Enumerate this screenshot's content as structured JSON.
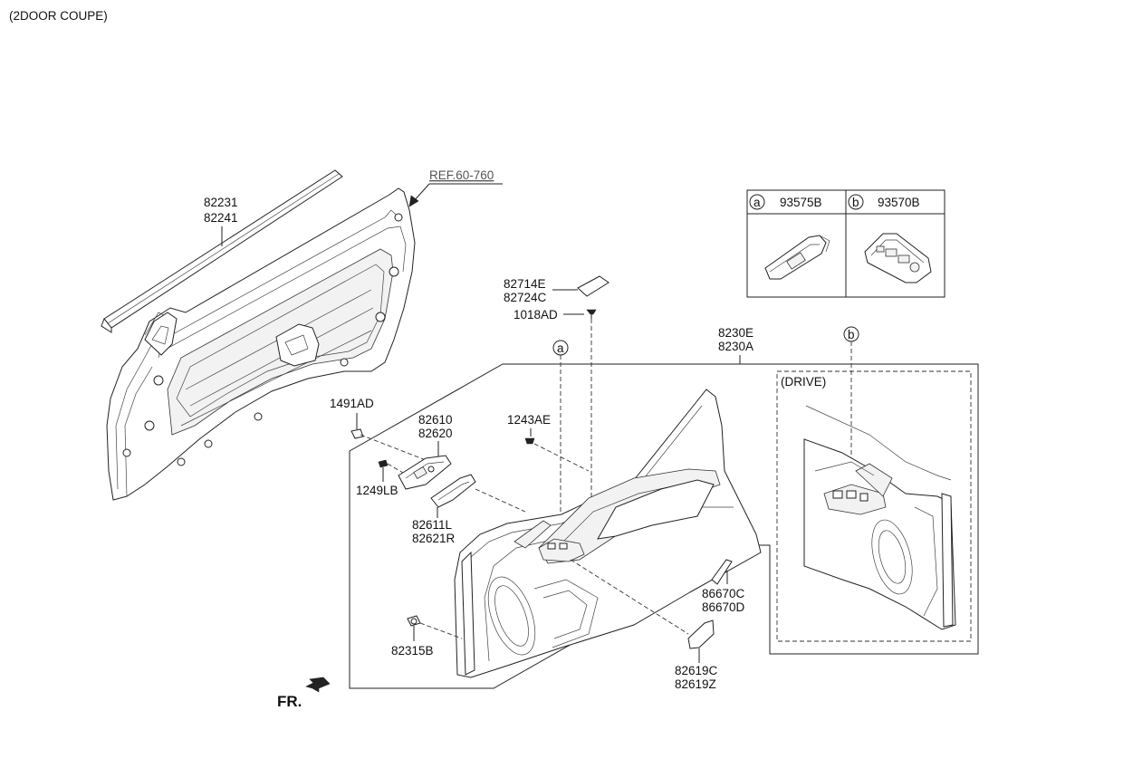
{
  "header": {
    "variant": "(2DOOR COUPE)"
  },
  "labels": {
    "weatherstrip": [
      "82231",
      "82241"
    ],
    "ref": "REF.60-760",
    "pad_a": [
      "82714E",
      "82724C"
    ],
    "screw_1018": "1018AD",
    "panel": [
      "8230E",
      "8230A"
    ],
    "clip_1491": "1491AD",
    "handle": [
      "82610",
      "82620"
    ],
    "screw_1243": "1243AE",
    "screw_1249": "1249LB",
    "cover": [
      "82611L",
      "82621R"
    ],
    "trim_8667": [
      "86670C",
      "86670D"
    ],
    "clip_82315": "82315B",
    "cap_82619": [
      "82619C",
      "82619Z"
    ],
    "drive": "(DRIVE)",
    "front": "FR."
  },
  "callouts": {
    "a": "a",
    "b": "b"
  },
  "switch_table": {
    "cells": [
      {
        "marker": "a",
        "part": "93575B"
      },
      {
        "marker": "b",
        "part": "93570B"
      }
    ]
  }
}
